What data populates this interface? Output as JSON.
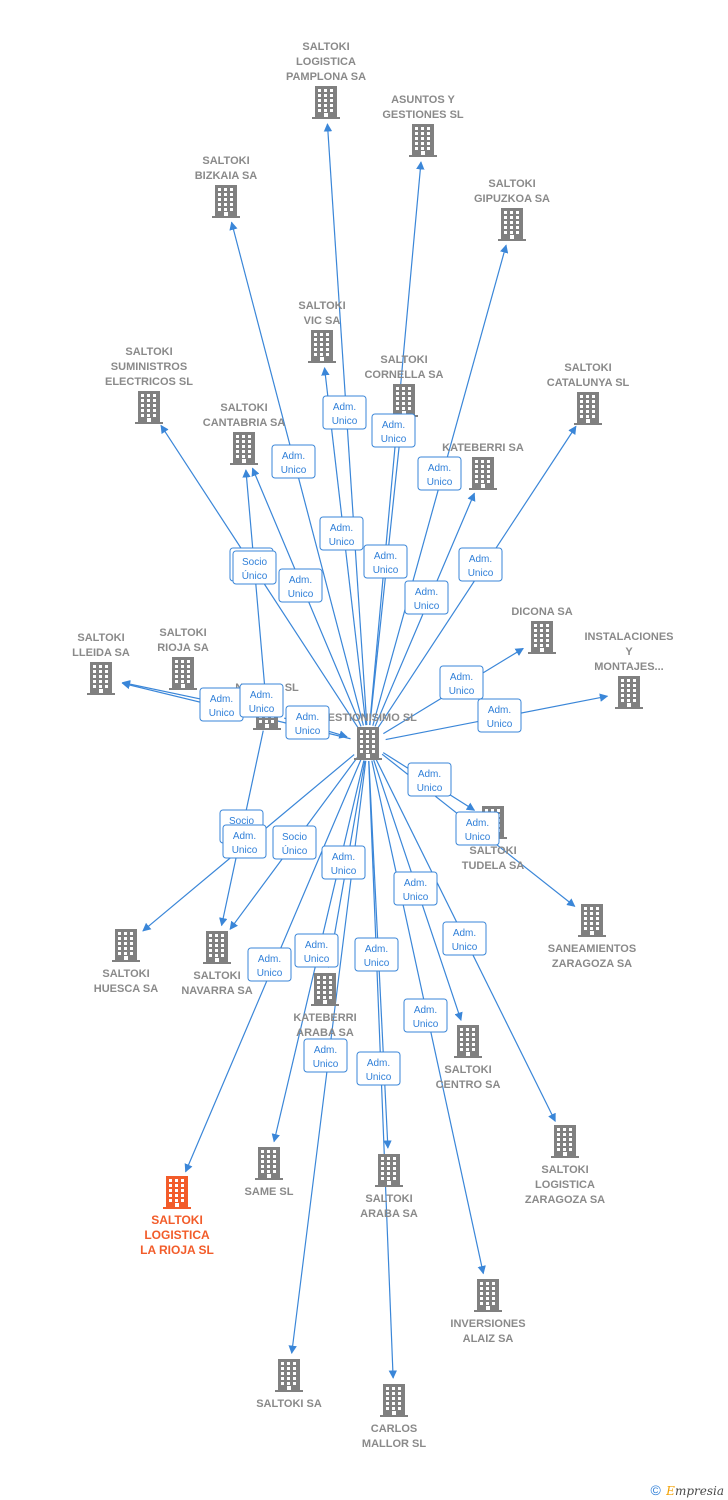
{
  "colors": {
    "edge": "#3a86d8",
    "node": "#808080",
    "main": "#f25c2a",
    "label": "#8a8a8a"
  },
  "nodes": [
    {
      "id": "gestionisimo",
      "lines": [
        "GESTIONISIMO SL"
      ],
      "icon": "building-icon"
    },
    {
      "id": "pamplona",
      "lines": [
        "SALTOKI",
        "LOGISTICA",
        "PAMPLONA SA"
      ],
      "icon": "building-icon"
    },
    {
      "id": "asuntos",
      "lines": [
        "ASUNTOS Y",
        "GESTIONES SL"
      ],
      "icon": "building-icon"
    },
    {
      "id": "bizkaia",
      "lines": [
        "SALTOKI",
        "BIZKAIA SA"
      ],
      "icon": "building-icon"
    },
    {
      "id": "gipuzkoa",
      "lines": [
        "SALTOKI",
        "GIPUZKOA SA"
      ],
      "icon": "building-icon"
    },
    {
      "id": "vic",
      "lines": [
        "SALTOKI",
        "VIC SA"
      ],
      "icon": "building-icon"
    },
    {
      "id": "cornella",
      "lines": [
        "SALTOKI",
        "CORNELLA SA"
      ],
      "icon": "building-icon"
    },
    {
      "id": "suministros",
      "lines": [
        "SALTOKI",
        "SUMINISTROS",
        "ELECTRICOS SL"
      ],
      "icon": "building-icon"
    },
    {
      "id": "catalunya",
      "lines": [
        "SALTOKI",
        "CATALUNYA SL"
      ],
      "icon": "building-icon"
    },
    {
      "id": "cantabria",
      "lines": [
        "SALTOKI",
        "CANTABRIA SA"
      ],
      "icon": "building-icon"
    },
    {
      "id": "kateberri",
      "lines": [
        "KATEBERRI SA"
      ],
      "icon": "building-icon"
    },
    {
      "id": "dicona",
      "lines": [
        "DICONA SA"
      ],
      "icon": "building-icon"
    },
    {
      "id": "instalaciones",
      "lines": [
        "INSTALACIONES",
        "Y",
        "MONTAJES..."
      ],
      "icon": "building-icon"
    },
    {
      "id": "lleida",
      "lines": [
        "SALTOKI",
        "LLEIDA SA"
      ],
      "icon": "building-icon"
    },
    {
      "id": "rioja",
      "lines": [
        "SALTOKI",
        "RIOJA SA"
      ],
      "icon": "building-icon"
    },
    {
      "id": "nimotri",
      "lines": [
        "NIMOTRI SL"
      ],
      "icon": "building-icon"
    },
    {
      "id": "tudela",
      "lines": [
        "SALTOKI",
        "TUDELA SA"
      ],
      "icon": "building-icon"
    },
    {
      "id": "saneamientos",
      "lines": [
        "SANEAMIENTOS",
        "ZARAGOZA SA"
      ],
      "icon": "building-icon"
    },
    {
      "id": "huesca",
      "lines": [
        "SALTOKI",
        "HUESCA SA"
      ],
      "icon": "building-icon"
    },
    {
      "id": "navarra",
      "lines": [
        "SALTOKI",
        "NAVARRA SA"
      ],
      "icon": "building-icon"
    },
    {
      "id": "kateberri_araba",
      "lines": [
        "KATEBERRI",
        "ARABA SA"
      ],
      "icon": "building-icon"
    },
    {
      "id": "centro",
      "lines": [
        "SALTOKI",
        "CENTRO SA"
      ],
      "icon": "building-icon"
    },
    {
      "id": "logzaragoza",
      "lines": [
        "SALTOKI",
        "LOGISTICA",
        "ZARAGOZA SA"
      ],
      "icon": "building-icon"
    },
    {
      "id": "same",
      "lines": [
        "SAME SL"
      ],
      "icon": "building-icon"
    },
    {
      "id": "araba",
      "lines": [
        "SALTOKI",
        "ARABA SA"
      ],
      "icon": "building-icon"
    },
    {
      "id": "larioja",
      "lines": [
        "SALTOKI",
        "LOGISTICA",
        "LA RIOJA  SL"
      ],
      "icon": "building-icon",
      "highlight": true
    },
    {
      "id": "inversiones",
      "lines": [
        "INVERSIONES",
        "ALAIZ SA"
      ],
      "icon": "building-icon"
    },
    {
      "id": "saltokisa",
      "lines": [
        "SALTOKI SA"
      ],
      "icon": "building-icon"
    },
    {
      "id": "carlos",
      "lines": [
        "CARLOS",
        "MALLOR SL"
      ],
      "icon": "building-icon"
    }
  ],
  "edges": [
    {
      "from": "gestionisimo",
      "to": "pamplona",
      "label": [
        "Adm.",
        "Unico"
      ]
    },
    {
      "from": "gestionisimo",
      "to": "asuntos",
      "label": [
        "Adm.",
        "Unico"
      ]
    },
    {
      "from": "gestionisimo",
      "to": "bizkaia",
      "label": [
        "Adm.",
        "Unico"
      ]
    },
    {
      "from": "gestionisimo",
      "to": "gipuzkoa",
      "label": [
        "Adm.",
        "Unico"
      ]
    },
    {
      "from": "gestionisimo",
      "to": "vic",
      "label": [
        "Adm.",
        "Unico"
      ]
    },
    {
      "from": "gestionisimo",
      "to": "cornella",
      "label": [
        "Adm.",
        "Unico"
      ]
    },
    {
      "from": "gestionisimo",
      "to": "suministros",
      "label": [
        "Socio",
        "Único"
      ]
    },
    {
      "from": "gestionisimo",
      "to": "catalunya",
      "label": [
        "Adm.",
        "Unico"
      ]
    },
    {
      "from": "gestionisimo",
      "to": "cantabria",
      "label": [
        "Adm.",
        "Unico"
      ]
    },
    {
      "from": "gestionisimo",
      "to": "kateberri",
      "label": [
        "Adm.",
        "Unico"
      ]
    },
    {
      "from": "gestionisimo",
      "to": "dicona",
      "label": [
        "Adm.",
        "Unico"
      ]
    },
    {
      "from": "gestionisimo",
      "to": "instalaciones",
      "label": [
        "Adm.",
        "Unico"
      ]
    },
    {
      "from": "gestionisimo",
      "to": "lleida",
      "label": [
        "Adm.",
        "Unico"
      ]
    },
    {
      "from": "nimotri",
      "to": "cantabria",
      "label": [
        "Socio",
        "Único"
      ]
    },
    {
      "from": "nimotri",
      "to": "lleida",
      "label": [
        "Adm.",
        "Unico"
      ]
    },
    {
      "from": "gestionisimo",
      "to": "tudela",
      "label": [
        "Adm.",
        "Unico"
      ]
    },
    {
      "from": "gestionisimo",
      "to": "saneamientos",
      "label": [
        "Adm.",
        "Unico"
      ]
    },
    {
      "from": "gestionisimo",
      "to": "huesca",
      "label": [
        "Socio",
        "Único"
      ]
    },
    {
      "from": "nimotri",
      "to": "navarra",
      "label": [
        "Adm.",
        "Unico"
      ]
    },
    {
      "from": "gestionisimo",
      "to": "navarra",
      "label": [
        "Socio",
        "Único"
      ]
    },
    {
      "from": "gestionisimo",
      "to": "kateberri_araba",
      "label": [
        "Adm.",
        "Unico"
      ]
    },
    {
      "from": "gestionisimo",
      "to": "centro",
      "label": [
        "Adm.",
        "Unico"
      ]
    },
    {
      "from": "gestionisimo",
      "to": "logzaragoza",
      "label": [
        "Adm.",
        "Unico"
      ]
    },
    {
      "from": "gestionisimo",
      "to": "same",
      "label": [
        "Adm.",
        "Unico"
      ]
    },
    {
      "from": "gestionisimo",
      "to": "araba",
      "label": [
        "Adm.",
        "Unico"
      ]
    },
    {
      "from": "gestionisimo",
      "to": "larioja",
      "label": [
        "Adm.",
        "Unico"
      ]
    },
    {
      "from": "gestionisimo",
      "to": "inversiones",
      "label": [
        "Adm.",
        "Unico"
      ]
    },
    {
      "from": "gestionisimo",
      "to": "saltokisa",
      "label": [
        "Adm.",
        "Unico"
      ]
    },
    {
      "from": "gestionisimo",
      "to": "carlos",
      "label": [
        "Adm.",
        "Unico"
      ]
    },
    {
      "from": "nimotri",
      "to": "gestionisimo",
      "label": [
        "Adm.",
        "Unico"
      ]
    }
  ],
  "footer": {
    "copyright": "©",
    "brand_first": "E",
    "brand_rest": "mpresia"
  }
}
